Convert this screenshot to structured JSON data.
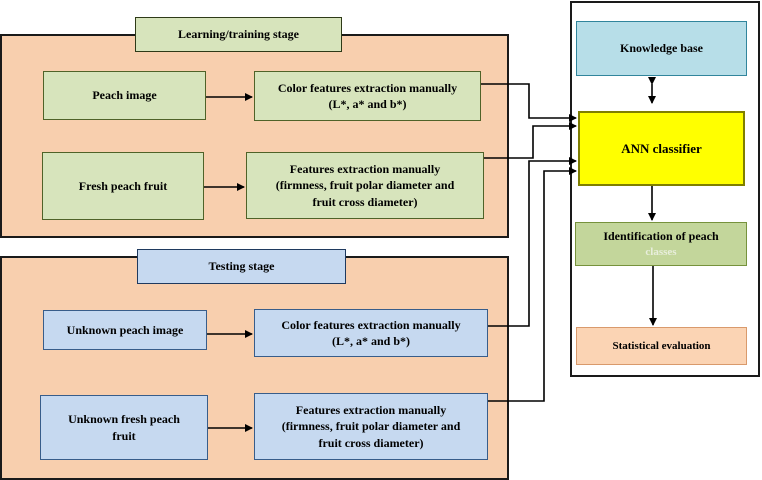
{
  "learning_stage": {
    "title": "Learning/training  stage",
    "peach_image": "Peach image",
    "color_features": [
      "Color features extraction manually",
      "(L*, a* and b*)"
    ],
    "fresh_peach_fruit": "Fresh peach fruit",
    "features_extraction": [
      "Features extraction  manually",
      "(firmness, fruit polar diameter and",
      "fruit cross diameter)"
    ]
  },
  "testing_stage": {
    "title": "Testing stage",
    "unknown_peach_image": "Unknown  peach image",
    "color_features": [
      "Color features extraction  manually",
      "(L*, a* and b*)"
    ],
    "unknown_fresh_peach": [
      "Unknown  fresh peach",
      "fruit"
    ],
    "features_extraction": [
      "Features extraction manually",
      "(firmness, fruit polar diameter and",
      "fruit cross diameter)"
    ]
  },
  "system": {
    "knowledge_base": "Knowledge base",
    "ann_classifier": "ANN classifier",
    "identification": "Identification  of peach",
    "identification_faint": "classes",
    "statistical_evaluation": "Statistical evaluation"
  }
}
